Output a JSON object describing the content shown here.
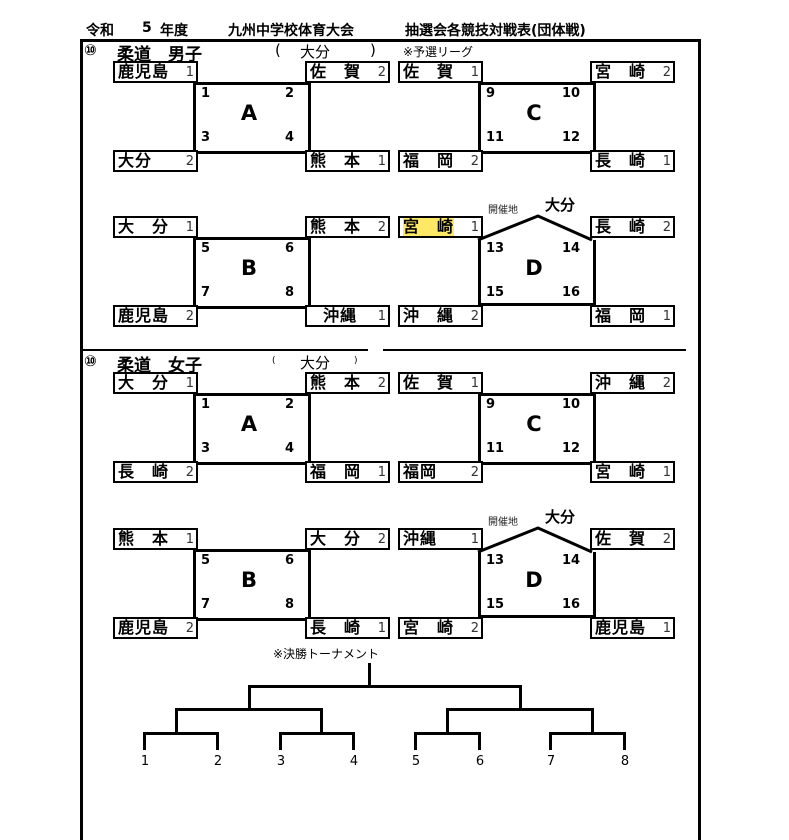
{
  "header": {
    "era": "令和",
    "year": "5",
    "year_suffix": "年度",
    "event": "九州中学校体育大会",
    "doc_title": "抽選会各競技対戦表(団体戦)"
  },
  "sections": [
    {
      "number": "⑩",
      "title": "柔道　男子",
      "venue_open": "(",
      "venue": "大分",
      "venue_close": ")",
      "note": "※予選リーグ",
      "pools": [
        {
          "letter": "A",
          "nums": [
            "1",
            "2",
            "3",
            "4"
          ],
          "teams": [
            {
              "name": "鹿児島",
              "seed": "1"
            },
            {
              "name": "佐　賀",
              "seed": "2"
            },
            {
              "name": "大分",
              "seed": "2"
            },
            {
              "name": "熊　本",
              "seed": "1"
            }
          ]
        },
        {
          "letter": "C",
          "nums": [
            "9",
            "10",
            "11",
            "12"
          ],
          "teams": [
            {
              "name": "佐　賀",
              "seed": "1"
            },
            {
              "name": "宮　崎",
              "seed": "2"
            },
            {
              "name": "福　岡",
              "seed": "2"
            },
            {
              "name": "長　崎",
              "seed": "1"
            }
          ]
        },
        {
          "letter": "B",
          "nums": [
            "5",
            "6",
            "7",
            "8"
          ],
          "teams": [
            {
              "name": "大　分",
              "seed": "1"
            },
            {
              "name": "熊　本",
              "seed": "2"
            },
            {
              "name": "鹿児島",
              "seed": "2"
            },
            {
              "name": "  沖縄",
              "seed": "1"
            }
          ]
        },
        {
          "letter": "D",
          "nums": [
            "13",
            "14",
            "15",
            "16"
          ],
          "host_label": "開催地",
          "host_city": "大分",
          "teams": [
            {
              "name": "宮　崎",
              "seed": "1",
              "highlight": true
            },
            {
              "name": "長　崎",
              "seed": "2"
            },
            {
              "name": "沖　縄",
              "seed": "2"
            },
            {
              "name": "福　岡",
              "seed": "1"
            }
          ]
        }
      ]
    },
    {
      "number": "⑩",
      "title": "柔道　女子",
      "venue_open": "(",
      "venue": "大分",
      "venue_close": ")",
      "pools": [
        {
          "letter": "A",
          "nums": [
            "1",
            "2",
            "3",
            "4"
          ],
          "teams": [
            {
              "name": "大　分",
              "seed": "1"
            },
            {
              "name": "熊　本",
              "seed": "2"
            },
            {
              "name": "長　崎",
              "seed": "2"
            },
            {
              "name": "福　岡",
              "seed": "1"
            }
          ]
        },
        {
          "letter": "C",
          "nums": [
            "9",
            "10",
            "11",
            "12"
          ],
          "teams": [
            {
              "name": "佐　賀",
              "seed": "1"
            },
            {
              "name": "沖　縄",
              "seed": "2"
            },
            {
              "name": "福岡",
              "seed": "2"
            },
            {
              "name": "宮　崎",
              "seed": "1"
            }
          ]
        },
        {
          "letter": "B",
          "nums": [
            "5",
            "6",
            "7",
            "8"
          ],
          "teams": [
            {
              "name": "熊　本",
              "seed": "1"
            },
            {
              "name": "大　分",
              "seed": "2"
            },
            {
              "name": "鹿児島",
              "seed": "2"
            },
            {
              "name": "長　崎",
              "seed": "1"
            }
          ]
        },
        {
          "letter": "D",
          "nums": [
            "13",
            "14",
            "15",
            "16"
          ],
          "host_label": "開催地",
          "host_city": "大分",
          "teams": [
            {
              "name": "沖縄",
              "seed": "1"
            },
            {
              "name": "佐　賀",
              "seed": "2"
            },
            {
              "name": "宮　崎",
              "seed": "2"
            },
            {
              "name": "鹿児島",
              "seed": "1"
            }
          ]
        }
      ]
    }
  ],
  "tournament": {
    "label": "※決勝トーナメント",
    "slots": [
      "1",
      "2",
      "3",
      "4",
      "5",
      "6",
      "7",
      "8"
    ]
  },
  "colors": {
    "highlight": "#ffe866"
  }
}
